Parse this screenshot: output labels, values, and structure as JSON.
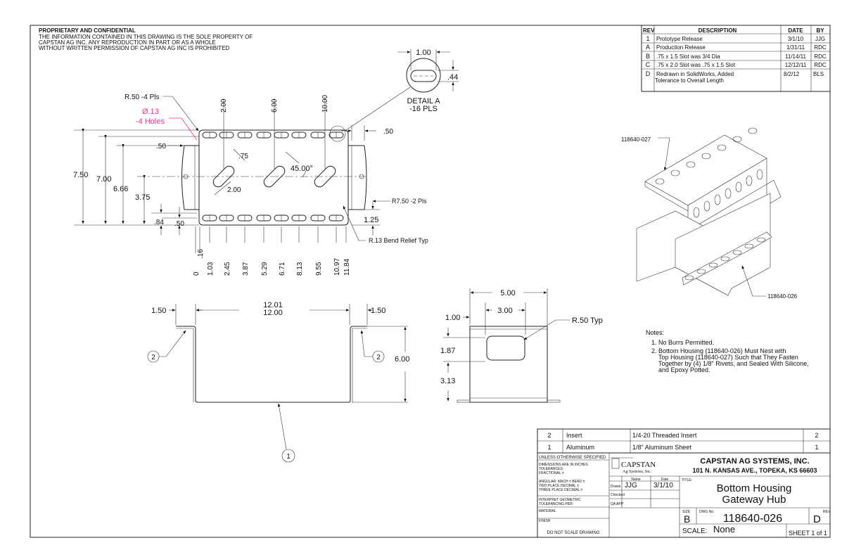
{
  "notice": {
    "title": "PROPRIETARY AND CONFIDENTIAL",
    "lines": [
      "THE INFORMATION CONTAINED IN THIS DRAWING IS THE SOLE PROPERTY OF",
      "CAPSTAN AG INC. ANY REPRODUCTION IN PART OR AS A WHOLE",
      "WITHOUT WRITTEN PERMISSION OF CAPSTAN AG INC IS PROHIBITED"
    ]
  },
  "revisions": {
    "headers": [
      "REV",
      "DESCRIPTION",
      "DATE",
      "BY"
    ],
    "rows": [
      {
        "rev": "1",
        "desc": "Prototype Release",
        "desc2": "",
        "date": "3/1/10",
        "by": "JJG"
      },
      {
        "rev": "A",
        "desc": "Production Release",
        "desc2": "",
        "date": "1/31/11",
        "by": "RDC"
      },
      {
        "rev": "B",
        "desc": ".75 x 1.5 Slot was 3/4 Dia",
        "desc2": "",
        "date": "11/14/11",
        "by": "RDC"
      },
      {
        "rev": "C",
        "desc": ".75 x 2.0 Slot was .75 x 1.5 Slot",
        "desc2": "",
        "date": "12/12/11",
        "by": "RDC"
      },
      {
        "rev": "D",
        "desc": "Redrawn in SolidWorks, Added",
        "desc2": "Tolerance to Overall Length",
        "date": "8/2/12",
        "by": "BLS"
      }
    ]
  },
  "flat": {
    "r50": "R.50 -4 Pls",
    "hole": "Ø.13",
    "hole2": "-4 Holes",
    "top_dims": [
      "2.00",
      "6.00",
      "10.00"
    ],
    "d750": "7.50",
    "d700": "7.00",
    "d666": "6.66",
    "d375": "3.75",
    "d50l": ".50",
    "d84": ".84",
    "d50b": ".50",
    "d75": ".75",
    "d200": "2.00",
    "angle": "45.00°",
    "d50r": ".50",
    "r750": "R7.50 -2 Pls",
    "d125": "1.25",
    "relief": "R.13 Bend Relief Typ",
    "bottom_dims": [
      "0",
      ".16",
      "1.03",
      "2.45",
      "3.87",
      "5.29",
      "6.71",
      "8.13",
      "9.55",
      "10.97",
      "11.84"
    ]
  },
  "detail": {
    "width": "1.00",
    "height": ".44",
    "label": "DETAIL A",
    "count": "-16 PLS"
  },
  "front": {
    "left": "1.50",
    "top1": "12.01",
    "top2": "12.00",
    "right": "1.50",
    "height": "6.00",
    "balloon1": "1",
    "balloon2": "2"
  },
  "side": {
    "w500": "5.00",
    "w300": "3.00",
    "w100": "1.00",
    "h187": "1.87",
    "h313": "3.13",
    "radius": "R.50 Typ"
  },
  "iso": {
    "top_part": "118640-027",
    "bottom_part": "118640-026"
  },
  "notes": {
    "title": "Notes:",
    "items": [
      "1. No Burrs Permitted.",
      "2. Bottom Housing (118640-026) Must Nest with",
      "Top Housing (118640-027) Such that They Fasten",
      "Together by (4) 1/8\" Rivets, and Sealed With Silicone,",
      "and Epoxy Potted."
    ]
  },
  "bom": [
    {
      "item": "2",
      "name": "Insert",
      "desc": "1/4-20 Threaded Insert",
      "qty": "2"
    },
    {
      "item": "1",
      "name": "Aluminum",
      "desc": "1/8\" Aluminum Sheet",
      "qty": "1"
    }
  ],
  "title_block": {
    "unless": "UNLESS OTHERWISE SPECIFIED",
    "tol": [
      "DIMENSIONS ARE IN INCHES",
      "TOLERANCES:",
      "FRACTIONAL ±",
      "ANGULAR: MACH ±   BEND ±",
      "TWO PLACE DECIMAL   ±",
      "THREE PLACE DECIMAL  ±"
    ],
    "interpret": [
      "INTERPRET GEOMETRIC",
      "TOLERANCING PER:"
    ],
    "material": "MATERIAL",
    "finish": "FINISH",
    "noscale": "DO NOT SCALE DRAWING",
    "logo": "CAPSTAN",
    "logo_sub": "Ag Systems, Inc.",
    "company": "CAPSTAN AG SYSTEMS, INC.",
    "address": "101 N. KANSAS AVE., TOPEKA, KS 66603",
    "name_h": "Name",
    "date_h": "Date",
    "drawn": "Drawn",
    "drawn_name": "JJG",
    "drawn_date": "3/1/10",
    "checked": "Checked",
    "qa": "QA APP",
    "title_label": "TITLE:",
    "title1": "Bottom Housing",
    "title2": "Gateway Hub",
    "size_label": "SIZE",
    "size": "B",
    "dwg_label": "DWG No.",
    "dwg": "118640-026",
    "rev_label": "REV",
    "rev": "D",
    "scale_label": "SCALE:",
    "scale": "None",
    "sheet": "SHEET 1 of 1"
  }
}
